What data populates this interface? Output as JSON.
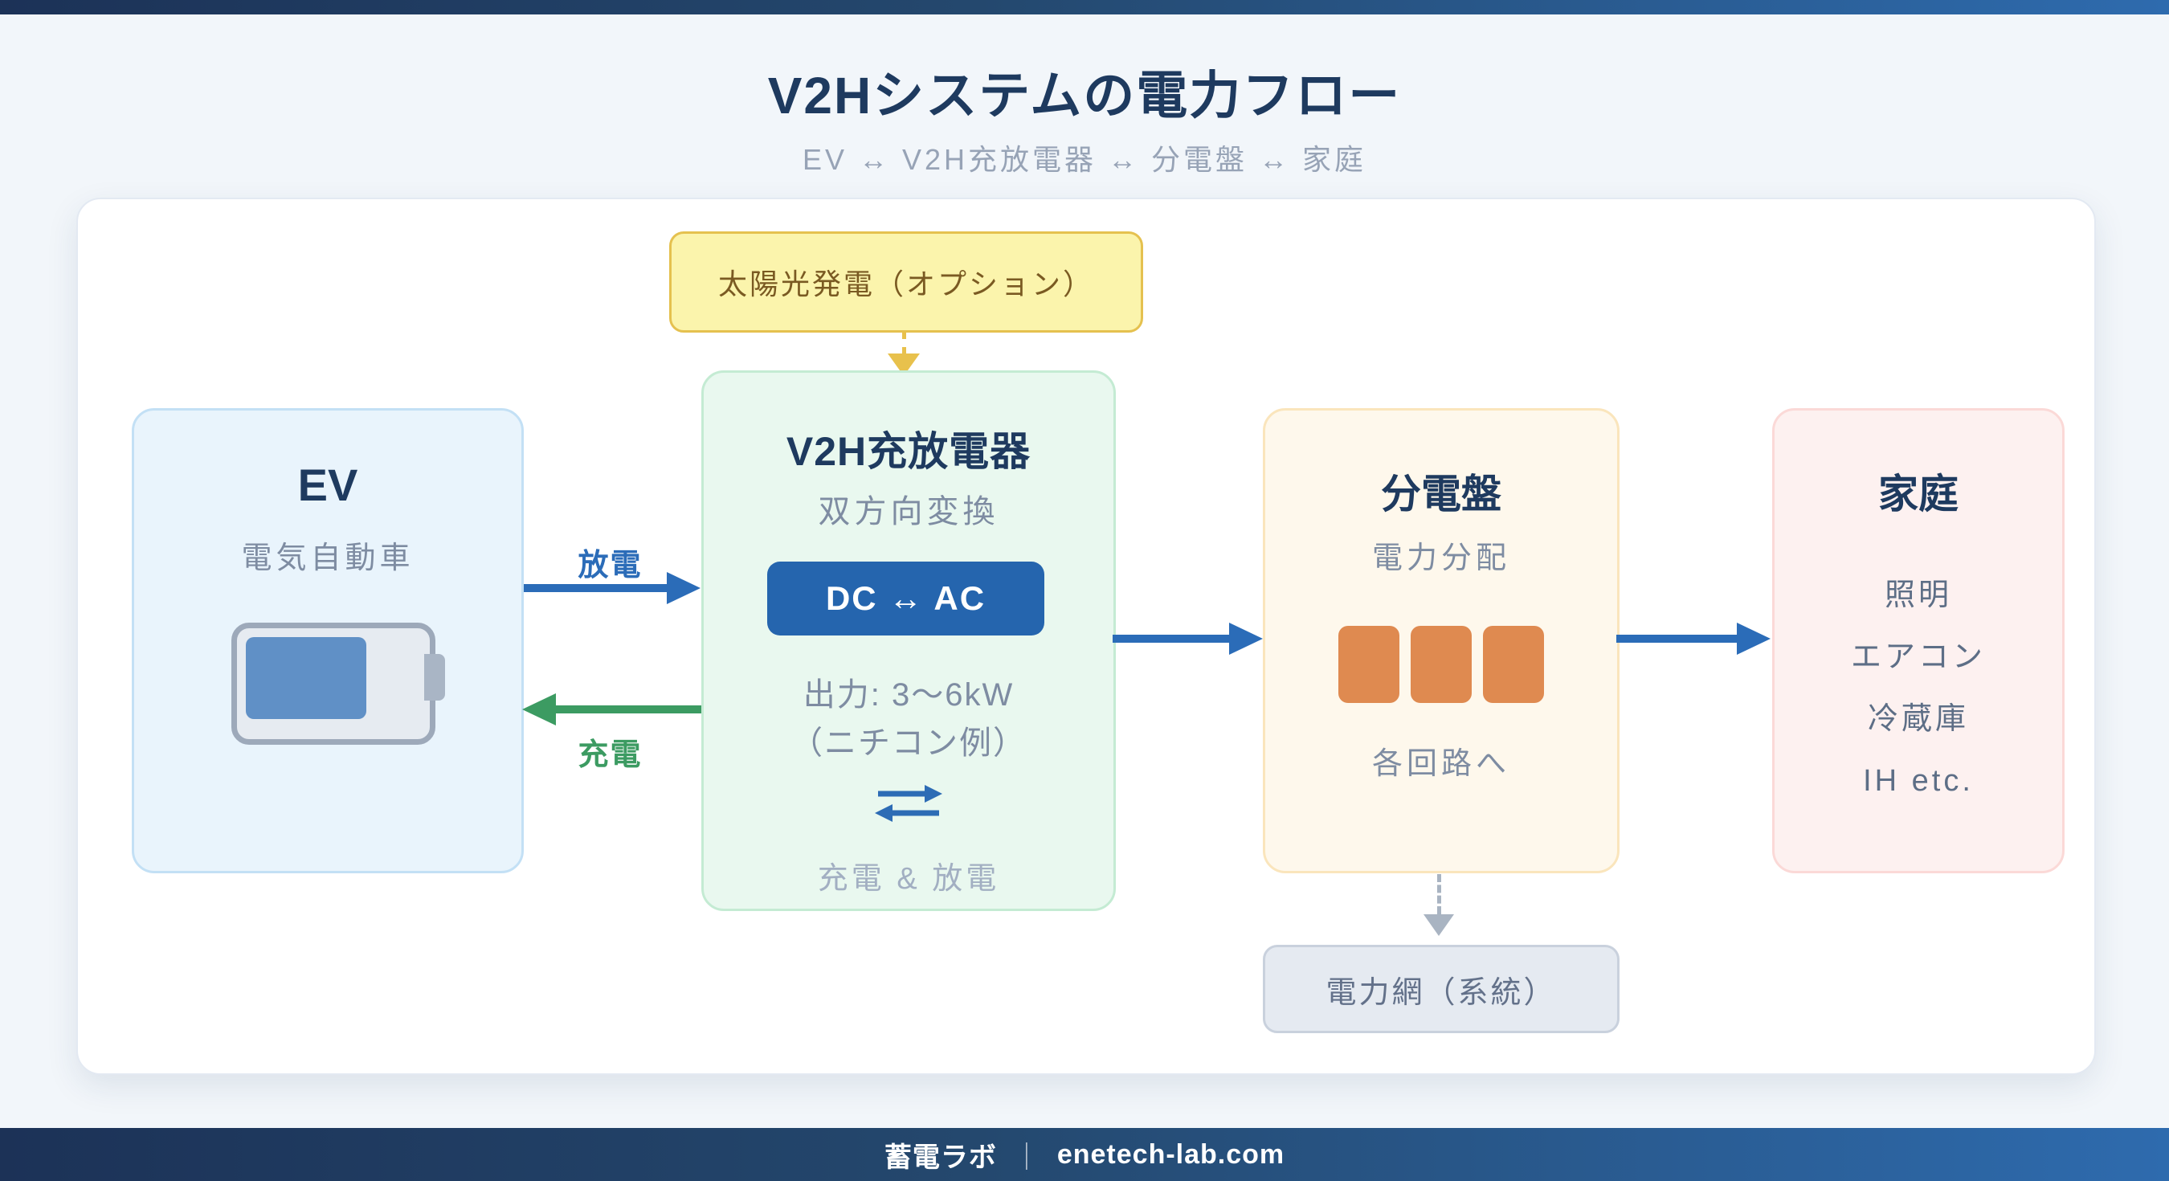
{
  "page": {
    "title": "V2Hシステムの電力フロー",
    "subtitle": "EV ↔ V2H充放電器 ↔ 分電盤 ↔ 家庭"
  },
  "solar": {
    "label": "太陽光発電（オプション）"
  },
  "nodes": {
    "ev": {
      "title": "EV",
      "subtitle": "電気自動車"
    },
    "v2h": {
      "title": "V2H充放電器",
      "subtitle": "双方向変換",
      "converter": "DC ↔ AC",
      "output_line1": "出力: 3〜6kW",
      "output_line2": "（ニチコン例）",
      "mode_caption": "充電 & 放電"
    },
    "panel": {
      "title": "分電盤",
      "subtitle": "電力分配",
      "caption": "各回路へ"
    },
    "home": {
      "title": "家庭",
      "items": [
        "照明",
        "エアコン",
        "冷蔵庫",
        "IH etc."
      ]
    },
    "grid": {
      "label": "電力網（系統）"
    }
  },
  "flows": {
    "discharge_label": "放電",
    "charge_label": "充電"
  },
  "footer": {
    "brand": "蓄電ラボ",
    "separator": "｜",
    "domain": "enetech-lab.com"
  },
  "colors": {
    "navy_text": "#1E3A5F",
    "muted_text": "#7E8CA2",
    "bar_gradient_left": "#1C3257",
    "bar_gradient_right": "#2E6BAE",
    "discharge_blue": "#2B6CB8",
    "charge_green": "#3C9B62",
    "solar_bg": "#FBF4AC",
    "solar_border": "#E5C14F",
    "ev_bg": "#E9F4FC",
    "v2h_bg": "#E9F8EF",
    "panel_bg": "#FEF8EC",
    "home_bg": "#FDF1F0",
    "grid_bg": "#E5EAF1",
    "breaker_orange": "#DF8A50",
    "converter_pill_bg": "#2565AE",
    "battery_fill_blue": "#6090C6"
  }
}
